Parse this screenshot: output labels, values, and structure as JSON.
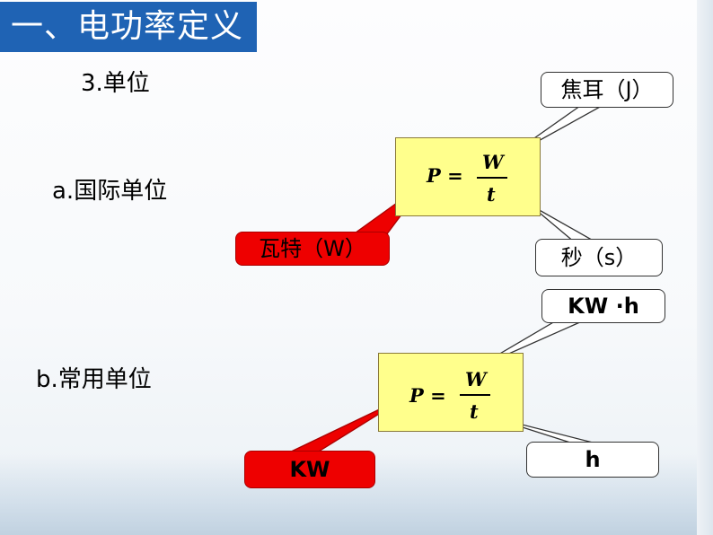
{
  "title": "一、电功率定义",
  "unit_heading": "3.单位",
  "section_a": {
    "label": "a.国际单位",
    "formula": {
      "lhs": "P =",
      "numerator": "W",
      "denominator": "t"
    },
    "labels": {
      "numerator_unit": "焦耳（J）",
      "lhs_unit": "瓦特（W）",
      "denominator_unit": "秒（s）"
    }
  },
  "section_b": {
    "label": "b.常用单位",
    "formula": {
      "lhs": "P =",
      "numerator": "W",
      "denominator": "t"
    },
    "labels": {
      "numerator_unit": "KW ·h",
      "lhs_unit": "KW",
      "denominator_unit": "h"
    }
  },
  "colors": {
    "title_bg": "#1f63b4",
    "formula_box": "#ffff8c",
    "red_label": "#ee0000"
  }
}
